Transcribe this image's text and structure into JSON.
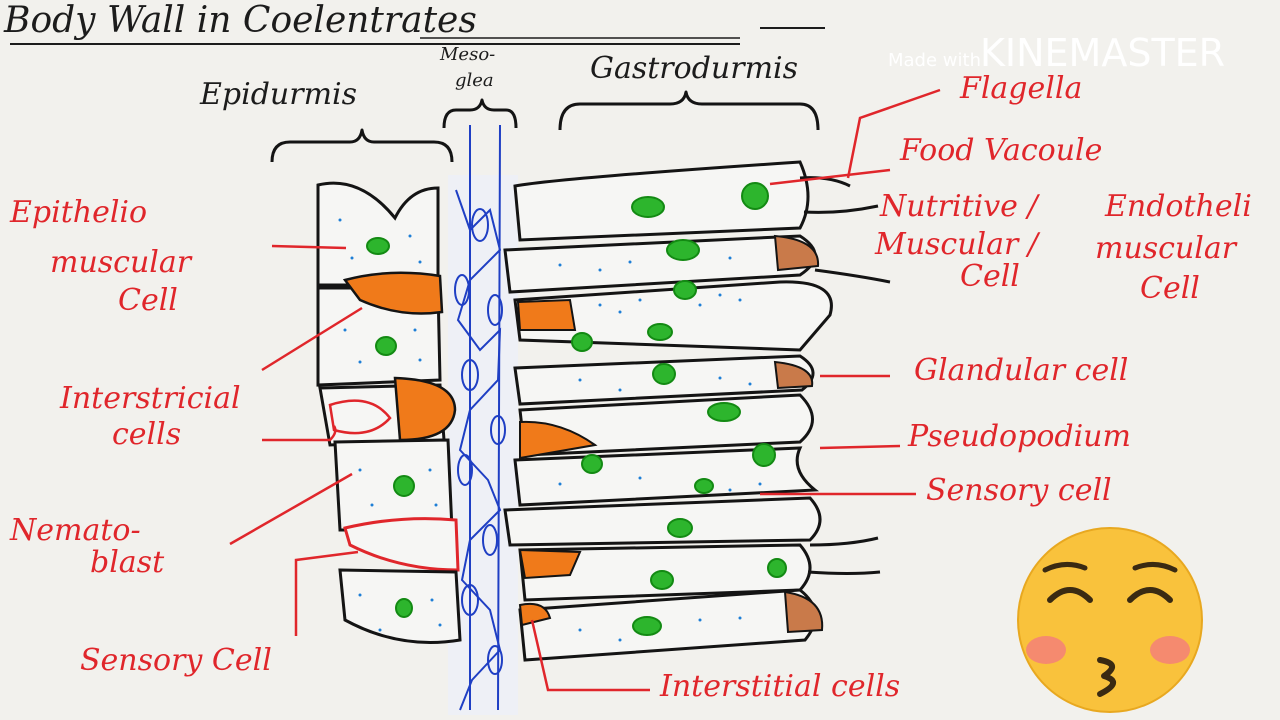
{
  "title": "Body Wall in Coelentrates",
  "headers": {
    "epidermis": "Epidurmis",
    "mesoglea_line1": "Meso-",
    "mesoglea_line2": "glea",
    "gastrodermis": "Gastrodurmis"
  },
  "watermark": {
    "made_with": "Made with",
    "brand": "KINEMASTER"
  },
  "labels_left": {
    "epithelio_1": "Epithelio",
    "epithelio_2": "muscular",
    "epithelio_3": "Cell",
    "interstitial_1": "Interstricial",
    "interstitial_2": "cells",
    "nemato_1": "Nemato-",
    "nemato_2": "blast",
    "sensory": "Sensory Cell"
  },
  "labels_right": {
    "flagella": "Flagella",
    "food_vacuole": "Food Vacoule",
    "nutritive_1": "Nutritive /",
    "nutritive_2": "Muscular /",
    "nutritive_3": "Cell",
    "endothelio_1": "Endotheli",
    "endothelio_2": "muscular",
    "endothelio_3": "Cell",
    "glandular": "Glandular cell",
    "pseudopodium": "Pseudopodium",
    "sensory": "Sensory cell",
    "interstitial_bottom": "Interstitial cells"
  },
  "colors": {
    "label_red": "#e0262b",
    "nucleus_green": "#2db52d",
    "mesoglea_blue": "#1f3fc4",
    "interstitial_orange": "#f07a1a",
    "emoji_face": "#f9c23c"
  },
  "emoji": "kissing-face-with-smiling-eyes"
}
